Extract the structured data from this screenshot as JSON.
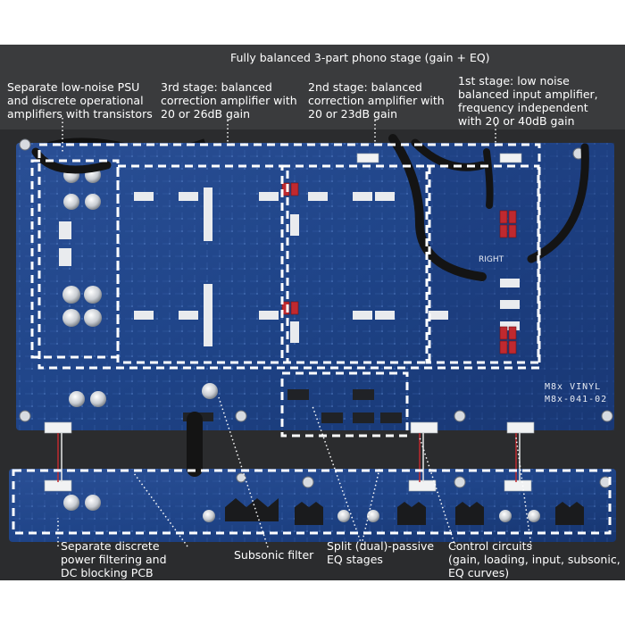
{
  "header_title": "Fully balanced 3-part phono stage (gain + EQ)",
  "top_labels": {
    "psu": "Separate low-noise PSU\nand discrete operational\namplifiers with transistors",
    "stage3": "3rd stage: balanced\ncorrection amplifier with\n20 or 26dB gain",
    "stage2": "2nd stage: balanced\ncorrection amplifier with\n20 or 23dB gain",
    "stage1": "1st stage: low noise\nbalanced input amplifier,\nfrequency independent\nwith 20 or 40dB gain"
  },
  "bottom_labels": {
    "power_filter": "Separate discrete\npower filtering and\nDC blocking PCB",
    "subsonic": "Subsonic filter",
    "split_eq": "Split (dual)-passive\nEQ stages",
    "control": "Control circuits\n(gain, loading, input, subsonic,\nEQ curves)"
  },
  "pcb_print": {
    "model": "M8x VINYL",
    "part": "M8x-041-02",
    "channel": "RIGHT"
  }
}
